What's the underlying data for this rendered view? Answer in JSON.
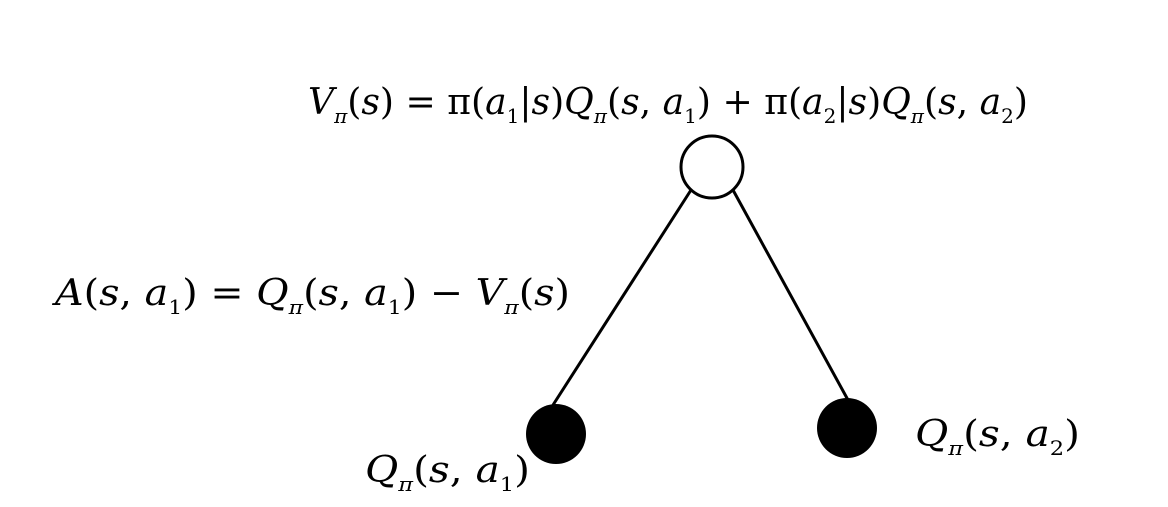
{
  "diagram": {
    "root": {
      "label": "V_π(s) = π(a_1|s)Q_π(s,a_1) + π(a_2|s)Q_π(s,a_2)",
      "fill": "#ffffff"
    },
    "edge_label": "A(s,a_1) = Q_π(s,a_1) − V_π(s)",
    "leaves": [
      {
        "id": "a1",
        "label": "Q_π(s,a_1)",
        "fill": "#000000"
      },
      {
        "id": "a2",
        "label": "Q_π(s,a_2)",
        "fill": "#000000"
      }
    ],
    "line_color": "#000000"
  }
}
